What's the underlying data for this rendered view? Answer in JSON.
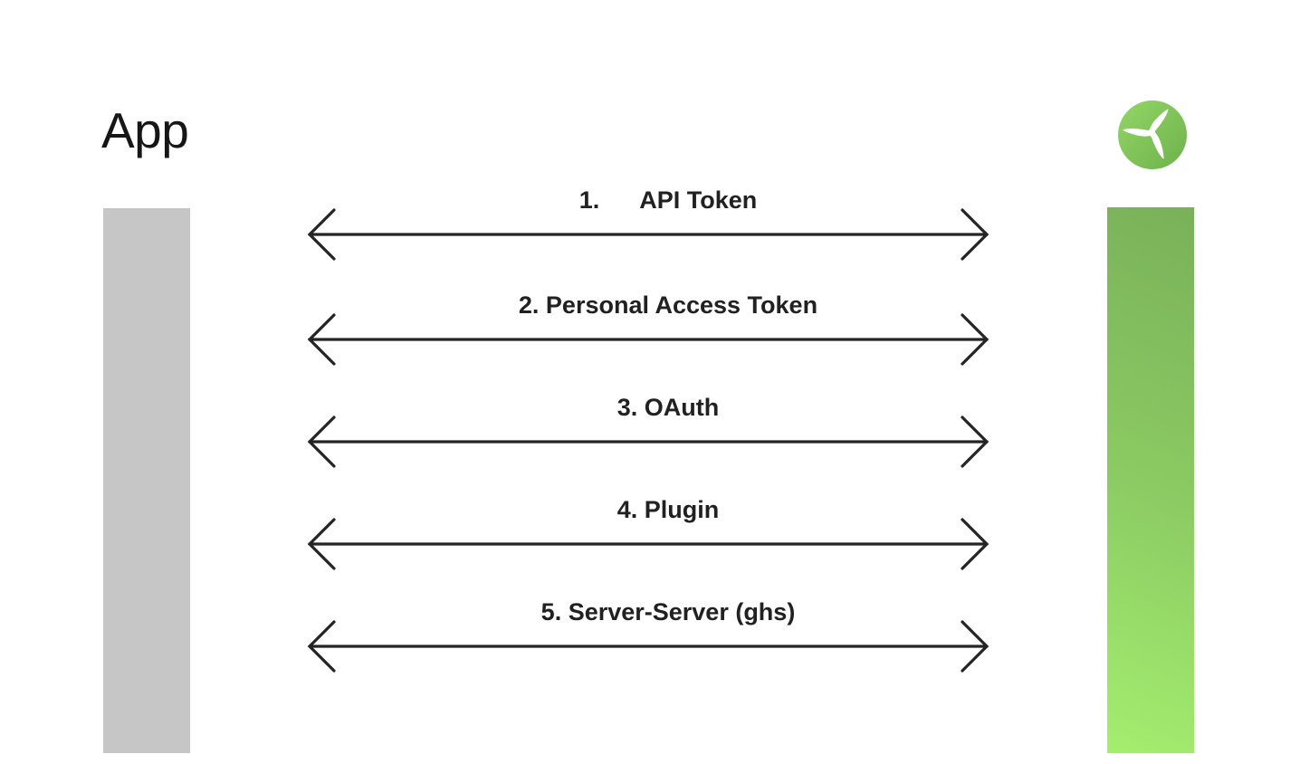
{
  "app": {
    "label": "App"
  },
  "service": {
    "logo_icon": "wind-turbine-propeller-logo"
  },
  "arrows": [
    {
      "label": "1.      API Token"
    },
    {
      "label": "2. Personal Access Token"
    },
    {
      "label": "3. OAuth"
    },
    {
      "label": "4. Plugin"
    },
    {
      "label": "5. Server-Server (ghs)"
    }
  ],
  "colors": {
    "app_bar": "#c6c6c6",
    "service_bar_top": "#79b159",
    "service_bar_bottom": "#a4ee6f",
    "logo_green_light": "#93d767",
    "logo_green_dark": "#6db14b",
    "ink": "#242424"
  }
}
